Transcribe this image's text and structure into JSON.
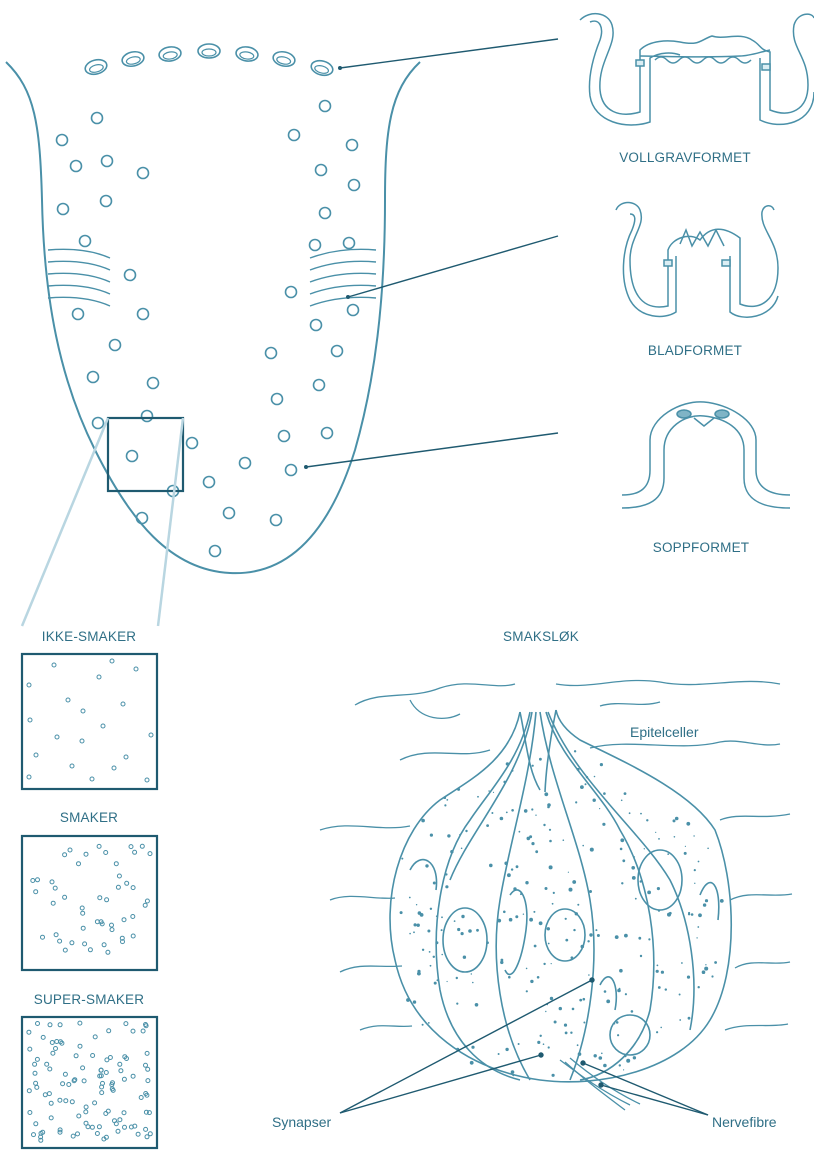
{
  "papilla_types": {
    "vallate": "VOLLGRAVFORMET",
    "foliate": "BLADFORMET",
    "fungiform": "SOPPFORMET"
  },
  "taster_types": {
    "non_taster": "IKKE-SMAKER",
    "taster": "SMAKER",
    "super_taster": "SUPER-SMAKER"
  },
  "taste_bud": {
    "title": "SMAKSLØK",
    "epithelial": "Epitelceller",
    "synapses": "Synapser",
    "nerve_fibres": "Nervefibre"
  },
  "colors": {
    "line": "#4a90a8",
    "dark_line": "#1f5a70",
    "text": "#2f6f86",
    "pale_line": "#b9d6e1"
  }
}
